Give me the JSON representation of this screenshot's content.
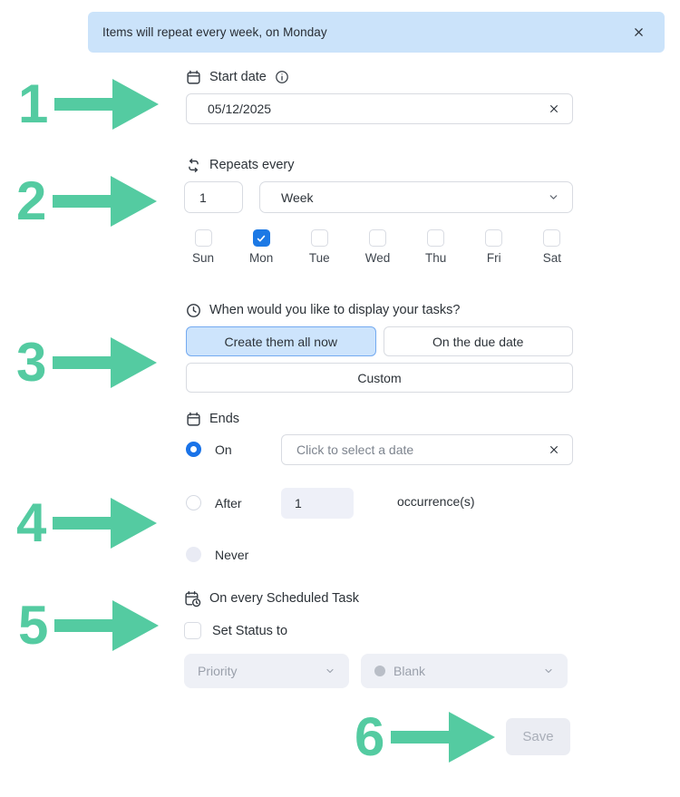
{
  "banner": {
    "text": "Items will repeat every week, on Monday"
  },
  "start_date": {
    "label": "Start date",
    "value": "05/12/2025"
  },
  "repeats": {
    "label": "Repeats every",
    "interval_value": "1",
    "unit_value": "Week"
  },
  "days": [
    {
      "label": "Sun",
      "checked": false
    },
    {
      "label": "Mon",
      "checked": true
    },
    {
      "label": "Tue",
      "checked": false
    },
    {
      "label": "Wed",
      "checked": false
    },
    {
      "label": "Thu",
      "checked": false
    },
    {
      "label": "Fri",
      "checked": false
    },
    {
      "label": "Sat",
      "checked": false
    }
  ],
  "display_tasks": {
    "question": "When would you like to display your tasks?",
    "option_create_now": "Create them all now",
    "option_due_date": "On the due date",
    "option_custom": "Custom",
    "selected": "Create them all now"
  },
  "ends": {
    "label": "Ends",
    "on": {
      "label": "On",
      "placeholder": "Click to select a date",
      "selected": true
    },
    "after": {
      "label": "After",
      "value": "1",
      "suffix": "occurrence(s)",
      "selected": false
    },
    "never": {
      "label": "Never",
      "selected": false
    }
  },
  "scheduled_task": {
    "label": "On every Scheduled Task",
    "set_status_label": "Set Status to",
    "set_status_checked": false,
    "status_field": "Priority",
    "status_value": "Blank"
  },
  "save": {
    "label": "Save",
    "enabled": false
  },
  "annotations": {
    "steps": [
      "1",
      "2",
      "3",
      "4",
      "5",
      "6"
    ]
  },
  "colors": {
    "accent_blue": "#1a73e8",
    "banner_blue": "#cbe3fa",
    "annotation_green": "#54cba1",
    "selected_option_bg": "#cde4fc",
    "disabled_bg": "#eef0f6"
  }
}
